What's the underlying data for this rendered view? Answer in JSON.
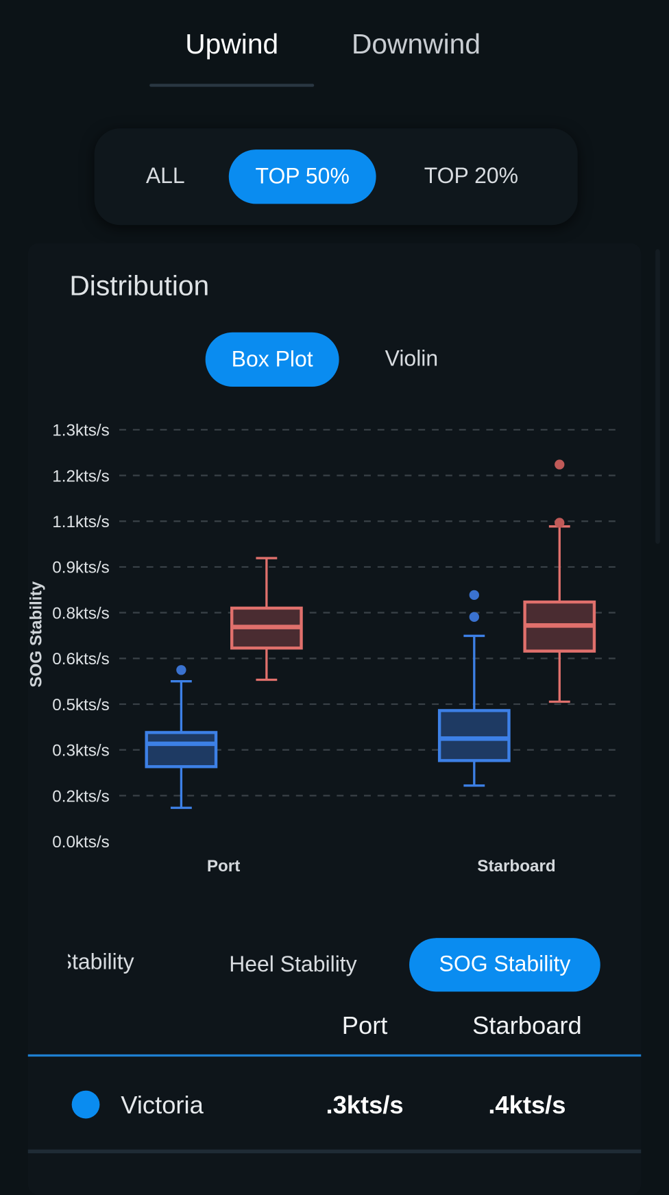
{
  "wind_tabs": [
    {
      "label": "Upwind",
      "active": true
    },
    {
      "label": "Downwind",
      "active": false
    }
  ],
  "filters": [
    {
      "label": "ALL",
      "active": false
    },
    {
      "label": "TOP 50%",
      "active": true
    },
    {
      "label": "TOP 20%",
      "active": false
    }
  ],
  "card": {
    "title": "Distribution",
    "plot_types": [
      {
        "label": "Box Plot",
        "active": true
      },
      {
        "label": "Violin",
        "active": false
      }
    ]
  },
  "colors": {
    "accent": "#0a8cf0",
    "series_blue": "#3d80e6",
    "series_red": "#e0706c"
  },
  "chart_data": {
    "type": "box",
    "ylabel": "SOG Stability",
    "ylim": [
      0,
      1.35
    ],
    "y_tick_labels": [
      "0.0kts/s",
      "0.2kts/s",
      "0.3kts/s",
      "0.5kts/s",
      "0.6kts/s",
      "0.8kts/s",
      "0.9kts/s",
      "1.1kts/s",
      "1.2kts/s",
      "1.3kts/s"
    ],
    "grid": true,
    "categories": [
      "Port",
      "Starboard"
    ],
    "series": [
      {
        "color": "#3d80e6",
        "boxes": [
          {
            "min": 0.11,
            "q1": 0.245,
            "median": 0.32,
            "q3": 0.357,
            "max": 0.525,
            "outliers": [
              0.562
            ]
          },
          {
            "min": 0.183,
            "q1": 0.265,
            "median": 0.337,
            "q3": 0.429,
            "max": 0.674,
            "outliers": [
              0.736,
              0.808
            ]
          }
        ]
      },
      {
        "color": "#e0706c",
        "boxes": [
          {
            "min": 0.53,
            "q1": 0.634,
            "median": 0.703,
            "q3": 0.765,
            "max": 0.929,
            "outliers": []
          },
          {
            "min": 0.458,
            "q1": 0.624,
            "median": 0.708,
            "q3": 0.785,
            "max": 1.033,
            "outliers": [
              1.045,
              1.236
            ]
          }
        ]
      }
    ]
  },
  "metric_tabs": [
    {
      "label": "Stability",
      "active": false
    },
    {
      "label": "Heel Stability",
      "active": false
    },
    {
      "label": "SOG Stability",
      "active": true
    }
  ],
  "table": {
    "headers": [
      "Port",
      "Starboard"
    ],
    "rows": [
      {
        "name": "Victoria",
        "color": "#0a8cf0",
        "port": ".3kts/s",
        "starboard": ".4kts/s"
      }
    ]
  }
}
